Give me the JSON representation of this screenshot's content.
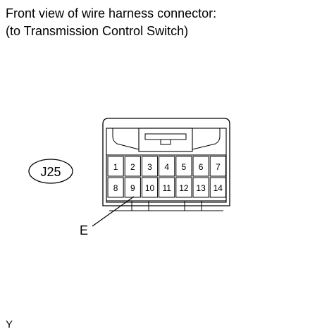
{
  "title": {
    "line1": "Front view of wire harness connector:",
    "line2": "(to Transmission Control Switch)"
  },
  "connector_id": "J25",
  "pins_row1": [
    "1",
    "2",
    "3",
    "4",
    "5",
    "6",
    "7"
  ],
  "pins_row2": [
    "8",
    "9",
    "10",
    "11",
    "12",
    "13",
    "14"
  ],
  "callout_label": "E",
  "callout_pin": "9",
  "figure_code": "Y"
}
